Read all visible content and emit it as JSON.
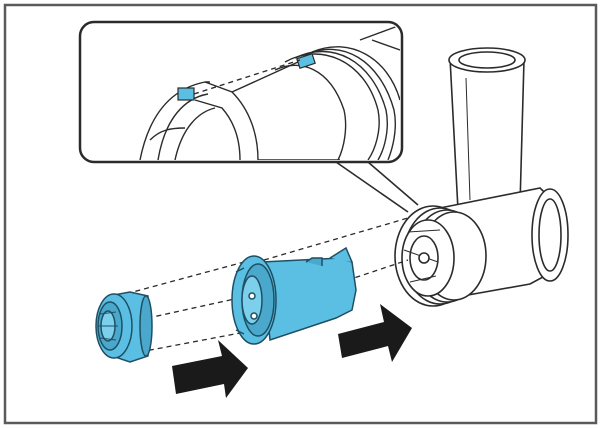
{
  "figure": {
    "kind": "assembly-instruction-illustration",
    "callout_present": true,
    "arrow_count": 2
  },
  "colors": {
    "frame": "#5a5a5a",
    "line": "#2b2b2b",
    "part_highlight": "#5bbfe3",
    "part_highlight_dark": "#2f8fb5",
    "arrow": "#1a1a1a",
    "background": "#ffffff"
  },
  "parts": [
    {
      "name": "cutter-ring",
      "icon": "ring-cutter-icon",
      "highlight": true
    },
    {
      "name": "auger-housing",
      "icon": "auger-icon",
      "highlight": true
    },
    {
      "name": "grinder-body",
      "icon": "grinder-body-icon",
      "highlight": false
    }
  ]
}
